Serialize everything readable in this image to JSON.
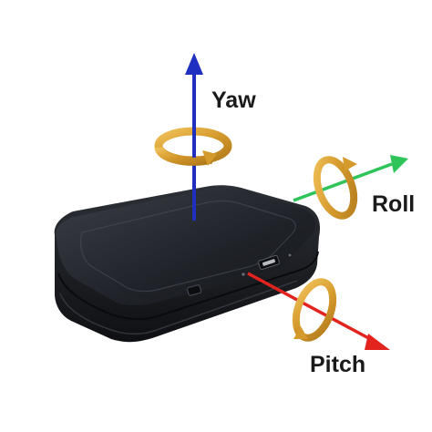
{
  "labels": {
    "yaw": "Yaw",
    "roll": "Roll",
    "pitch": "Pitch"
  },
  "colors": {
    "yaw_axis": "#1f2fbf",
    "roll_axis": "#2ec45a",
    "pitch_axis": "#e3231d",
    "rotation_ring": "#d9a53a",
    "device_body": "#2a2d33"
  },
  "icons": {
    "yaw_rotation": "circular-arrow-icon",
    "roll_rotation": "circular-arrow-icon",
    "pitch_rotation": "circular-arrow-icon",
    "usb_port": "usb-port-icon"
  }
}
